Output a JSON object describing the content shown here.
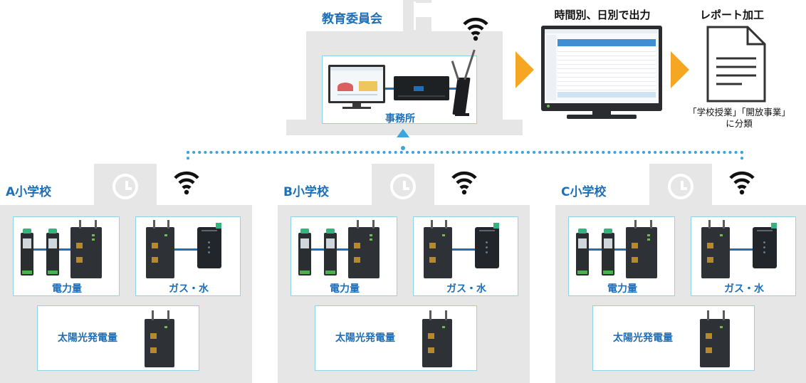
{
  "office": {
    "title": "教育委員会",
    "room_label": "事務所"
  },
  "monitor_section": {
    "title": "時間別、日別で出力"
  },
  "report": {
    "title": "レポート加工",
    "caption_line1": "「学校授業」「開放事業」",
    "caption_line2": "に分類"
  },
  "schools": [
    {
      "name": "A小学校",
      "power_label": "電力量",
      "gas_label": "ガス・水",
      "solar_label": "太陽光発電量"
    },
    {
      "name": "B小学校",
      "power_label": "電力量",
      "gas_label": "ガス・水",
      "solar_label": "太陽光発電量"
    },
    {
      "name": "C小学校",
      "power_label": "電力量",
      "gas_label": "ガス・水",
      "solar_label": "太陽光発電量"
    }
  ],
  "colors": {
    "accent_blue": "#1e6fb8",
    "arrow_orange": "#f5a623",
    "dotted_network": "#3aa6dc",
    "panel_gray": "#e6e6e6",
    "box_border": "#8fd3ea"
  },
  "icons": [
    "wifi-icon",
    "clock-icon",
    "flag-icon",
    "document-icon",
    "arrow-right-icon",
    "arrow-up-icon"
  ]
}
